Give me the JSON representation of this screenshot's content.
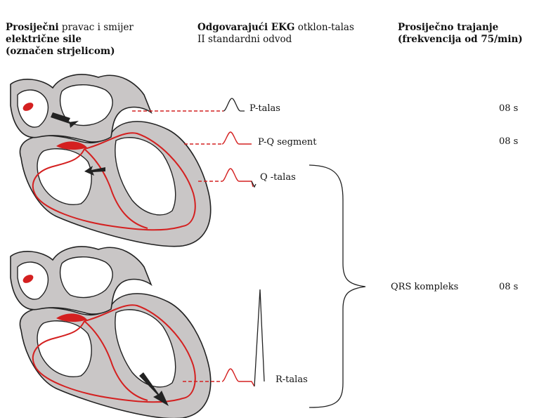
{
  "headers": {
    "col1": {
      "line1_bold": "Prosiječni",
      "line1_rest": " pravac i smijer",
      "line2": "električne sile",
      "line3": "(označen strjelicom)"
    },
    "col2": {
      "line1_bold": "Odgovarajući EKG",
      "line1_rest": " otklon-talas",
      "line2": "II standardni odvod"
    },
    "col3": {
      "line1": "Prosiječno trajanje",
      "line2": "(frekvencija od 75/min)"
    }
  },
  "waves": [
    {
      "label": "P-talas",
      "duration": "08 s"
    },
    {
      "label": "P-Q segment",
      "duration": "08 s"
    },
    {
      "label": "Q -talas"
    },
    {
      "label": "R-talas"
    }
  ],
  "qrs": {
    "label": "QRS kompleks",
    "duration": "08 s"
  },
  "colors": {
    "myocardium": "#c9c6c6",
    "conduction": "#d42020",
    "outline": "#222222"
  }
}
